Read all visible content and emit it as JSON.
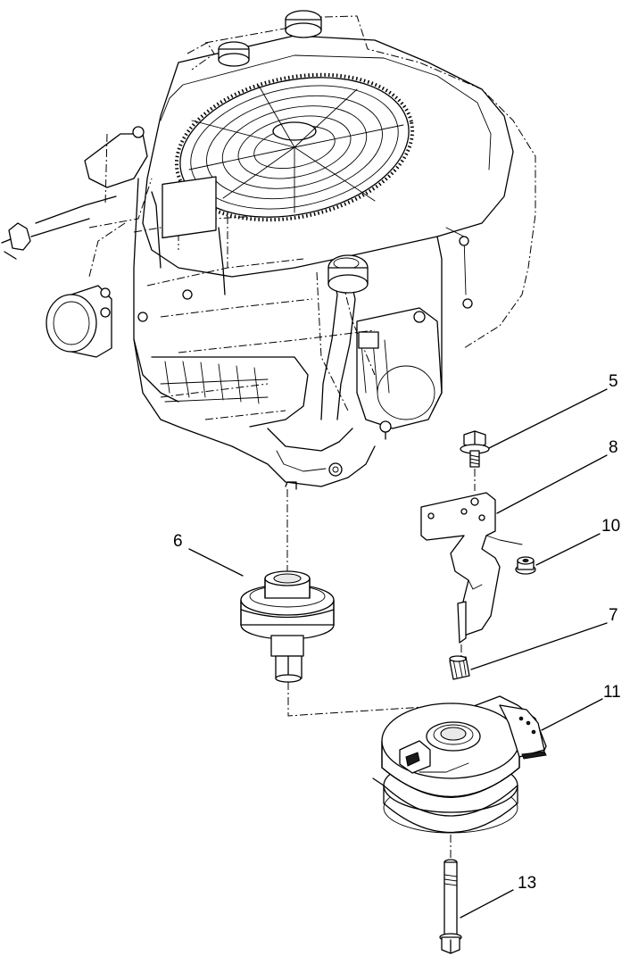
{
  "callouts": {
    "c5": "5",
    "c8": "8",
    "c10": "10",
    "c6": "6",
    "c7": "7",
    "c11": "11",
    "c13": "13"
  },
  "icons": {
    "engine": "engine-icon",
    "pulley": "pulley-icon",
    "clutch": "electric-clutch-icon",
    "bracket": "bracket-icon",
    "bolt": "bolt-icon",
    "nut": "flange-nut-icon",
    "spacer": "spacer-icon"
  }
}
